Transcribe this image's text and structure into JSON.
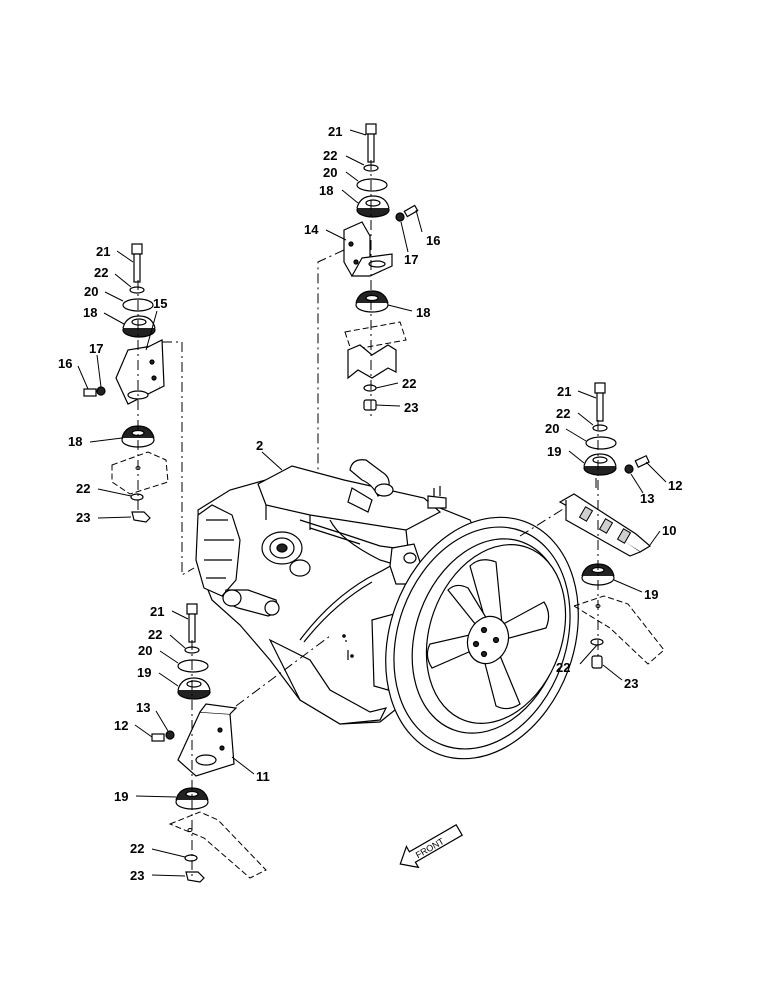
{
  "callouts": {
    "c21a": "21",
    "c22a": "22",
    "c20a": "20",
    "c18a": "18",
    "c16a": "16",
    "c14": "14",
    "c17a": "17",
    "c18b": "18",
    "c22b": "22",
    "c23a": "23",
    "c21b": "21",
    "c22c": "22",
    "c20b": "20",
    "c18c": "18",
    "c15": "15",
    "c17b": "17",
    "c16b": "16",
    "c18d": "18",
    "c22d": "22",
    "c23b": "23",
    "c2": "2",
    "c21c": "21",
    "c22e": "22",
    "c20c": "20",
    "c19a": "19",
    "c12a": "12",
    "c13a": "13",
    "c10": "10",
    "c19b": "19",
    "c22f": "22",
    "c23c": "23",
    "c21d": "21",
    "c22g": "22",
    "c20d": "20",
    "c19c": "19",
    "c13b": "13",
    "c12b": "12",
    "c11": "11",
    "c19d": "19",
    "c22h": "22",
    "c23d": "23"
  },
  "front_label": "FRONT",
  "icons": [
    "front-arrow-icon"
  ]
}
